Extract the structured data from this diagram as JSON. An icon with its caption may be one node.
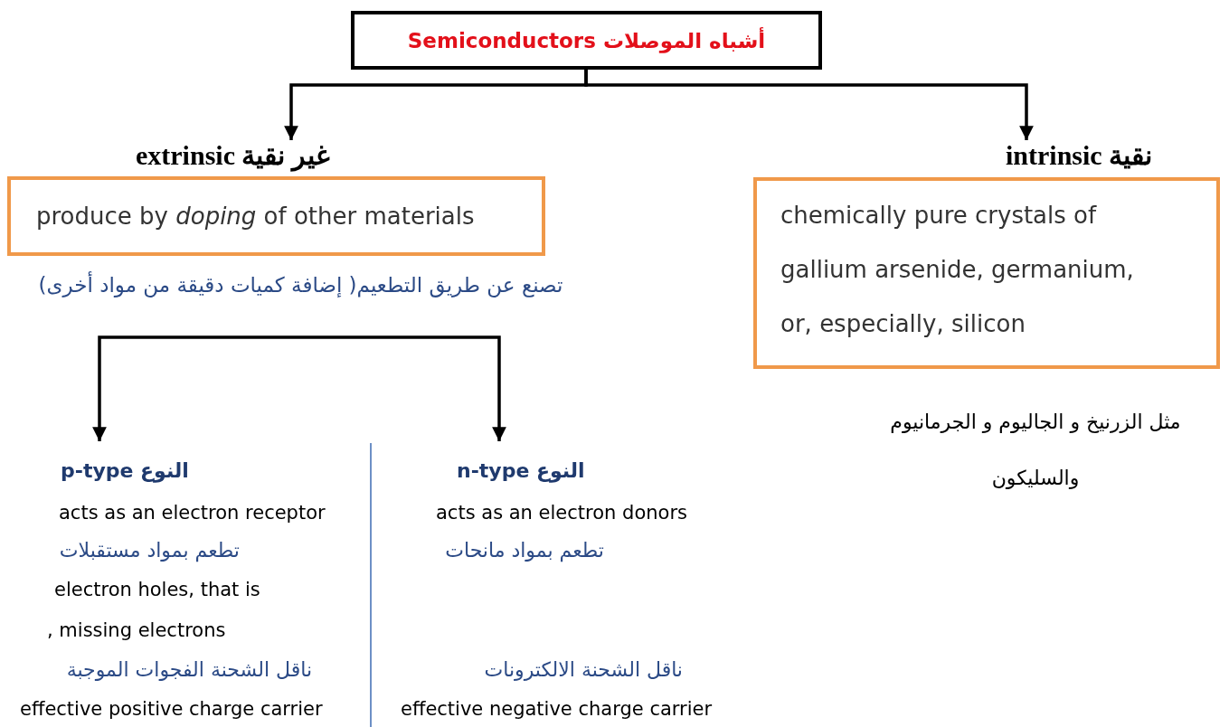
{
  "diagram": {
    "nodes": [
      {
        "text": [
          "Semiconductors أشباه الموصلات"
        ]
      },
      {
        "text": [
          "extrinsic غير نقية",
          "produce by *doping* of other materials"
        ],
        "beside": [
          "تصنع عن طريق التطعيم( إضافة كميات دقيقة من مواد أخرى)"
        ]
      },
      {
        "text": [
          "intrinsic نقية",
          "chemically pure crystals of gallium arsenide, germanium, or, especially, silicon"
        ],
        "beside": [
          "مثل الزرنيخ و الجاليوم و الجرمانيوم والسليكون"
        ]
      },
      {
        "text": [
          "p-type النوع"
        ],
        "beside": [
          "acts as an electron receptor",
          "تطعم بمواد مستقبلات",
          "electron holes, that is",
          ", missing electrons",
          "ناقل الشحنة الفجوات الموجبة",
          "effective positive charge carrier"
        ]
      },
      {
        "text": [
          "n-type النوع"
        ],
        "beside": [
          "acts as an electron donors",
          "تطعم بمواد مانحات",
          "ناقل الشحنة الالكترونات",
          "effective negative charge carrier"
        ]
      }
    ],
    "edges": [
      {
        "from": 0,
        "to": 1,
        "arrow": "to"
      },
      {
        "from": 0,
        "to": 2,
        "arrow": "to"
      },
      {
        "from": 1,
        "to": 3,
        "arrow": "to"
      },
      {
        "from": 1,
        "to": 4,
        "arrow": "to"
      }
    ]
  }
}
